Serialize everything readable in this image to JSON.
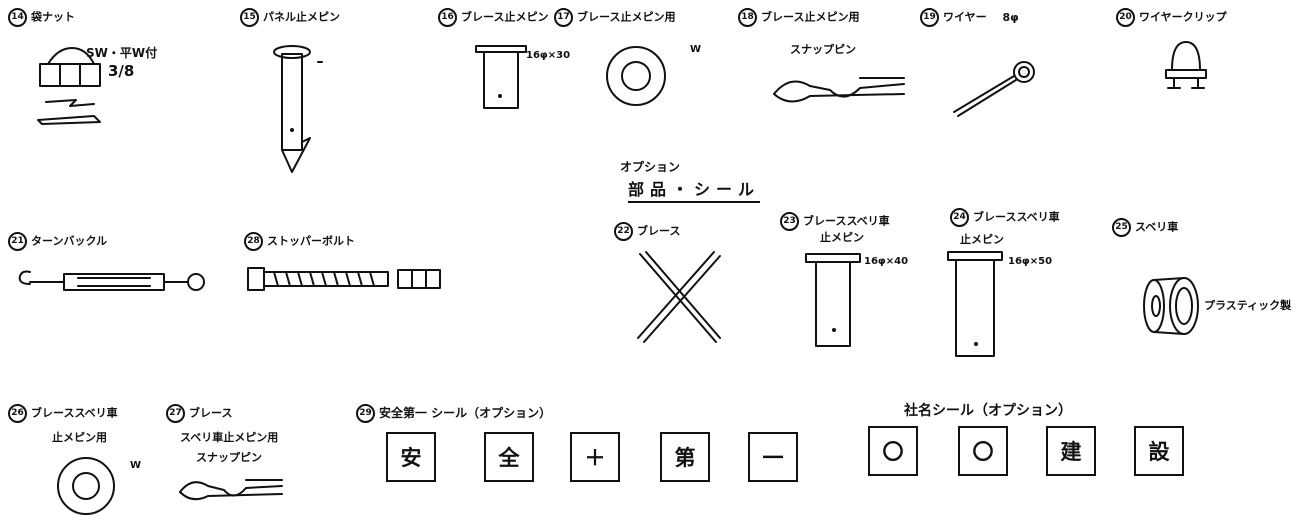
{
  "section": {
    "title": "オプション",
    "subtitle": "部品・シール"
  },
  "parts": [
    {
      "no": "14",
      "name": "袋ナット",
      "note": "SW・平W付",
      "size": "3/8"
    },
    {
      "no": "15",
      "name": "パネル止メピン"
    },
    {
      "no": "16",
      "name": "ブレース止メピン",
      "size": "16φ×30"
    },
    {
      "no": "17",
      "name": "ブレース止メピン用",
      "note": "W"
    },
    {
      "no": "18",
      "name": "ブレース止メピン用",
      "sub": "スナップピン"
    },
    {
      "no": "19",
      "name": "ワイヤー",
      "size": "8φ"
    },
    {
      "no": "20",
      "name": "ワイヤークリップ"
    },
    {
      "no": "21",
      "name": "ターンバックル"
    },
    {
      "no": "28",
      "name": "ストッパーボルト"
    },
    {
      "no": "22",
      "name": "ブレース"
    },
    {
      "no": "23",
      "name": "ブレーススベリ車",
      "sub": "止メピン",
      "size": "16φ×40"
    },
    {
      "no": "24",
      "name": "ブレーススベリ車",
      "sub": "止メピン",
      "size": "16φ×50"
    },
    {
      "no": "25",
      "name": "スベリ車",
      "note": "プラスティック製"
    },
    {
      "no": "26",
      "name": "ブレーススベリ車",
      "sub": "止メピン用",
      "note": "W"
    },
    {
      "no": "27",
      "name": "ブレース",
      "sub": "スベリ車止メピン用",
      "sub2": "スナップピン"
    },
    {
      "no": "29",
      "name": "安全第一 シール（オプション）"
    }
  ],
  "safety_seals": [
    "安",
    "全",
    "＋",
    "第",
    "一"
  ],
  "company_seal_title": "社名シール（オプション）",
  "company_seals": [
    "〇",
    "〇",
    "建",
    "設"
  ]
}
